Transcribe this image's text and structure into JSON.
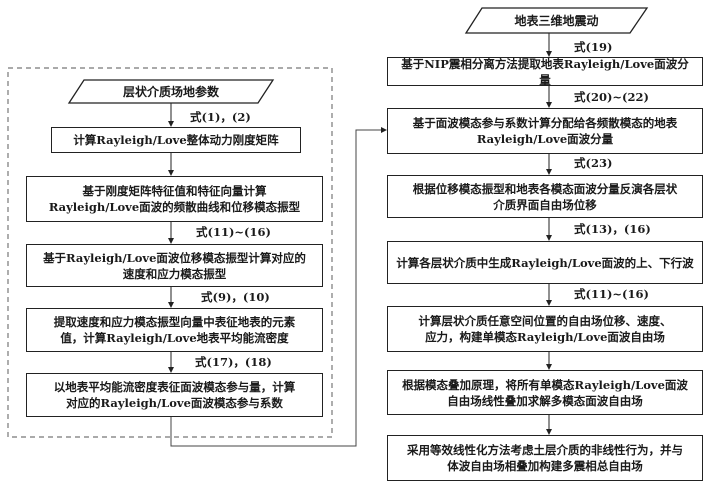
{
  "left_panel": {
    "input": "层状介质场地参数",
    "steps": [
      {
        "eq": "式(1)，(2)",
        "text": "计算Rayleigh/Love整体动力刚度矩阵"
      },
      {
        "eq": "",
        "text": "基于刚度矩阵特征值和特征向量计算\nRayleigh/Love面波的频散曲线和位移模态振型"
      },
      {
        "eq": "式(11)~(16)",
        "text": "基于Rayleigh/Love面波位移模态振型计算对应的\n速度和应力模态振型"
      },
      {
        "eq": "式(9)，(10)",
        "text": "提取速度和应力模态振型向量中表征地表的元素\n值，计算Rayleigh/Love地表平均能流密度"
      },
      {
        "eq": "式(17)，(18)",
        "text": "以地表平均能流密度表征面波模态参与量，计算\n对应的Rayleigh/Love面波模态参与系数"
      }
    ]
  },
  "right_panel": {
    "input": "地表三维地震动",
    "steps": [
      {
        "eq": "式(19)",
        "text": "基于NIP震相分离方法提取地表Rayleigh/Love面波分量"
      },
      {
        "eq": "式(20)~(22)",
        "text": "基于面波模态参与系数计算分配给各频散模态的地表\nRayleigh/Love面波分量"
      },
      {
        "eq": "式(23)",
        "text": "根据位移模态振型和地表各模态面波分量反演各层状\n介质界面自由场位移"
      },
      {
        "eq": "式(13)，(16)",
        "text": "计算各层状介质中生成Rayleigh/Love面波的上、下行波"
      },
      {
        "eq": "式(11)~(16)",
        "text": "计算层状介质任意空间位置的自由场位移、速度、\n应力，构建单模态Rayleigh/Love面波自由场"
      },
      {
        "eq": "",
        "text": "根据模态叠加原理，将所有单模态Rayleigh/Love面波\n自由场线性叠加求解多模态面波自由场"
      },
      {
        "eq": "",
        "text": "采用等效线性化方法考虑土层介质的非线性行为，并与\n体波自由场相叠加构建多震相总自由场"
      }
    ]
  }
}
